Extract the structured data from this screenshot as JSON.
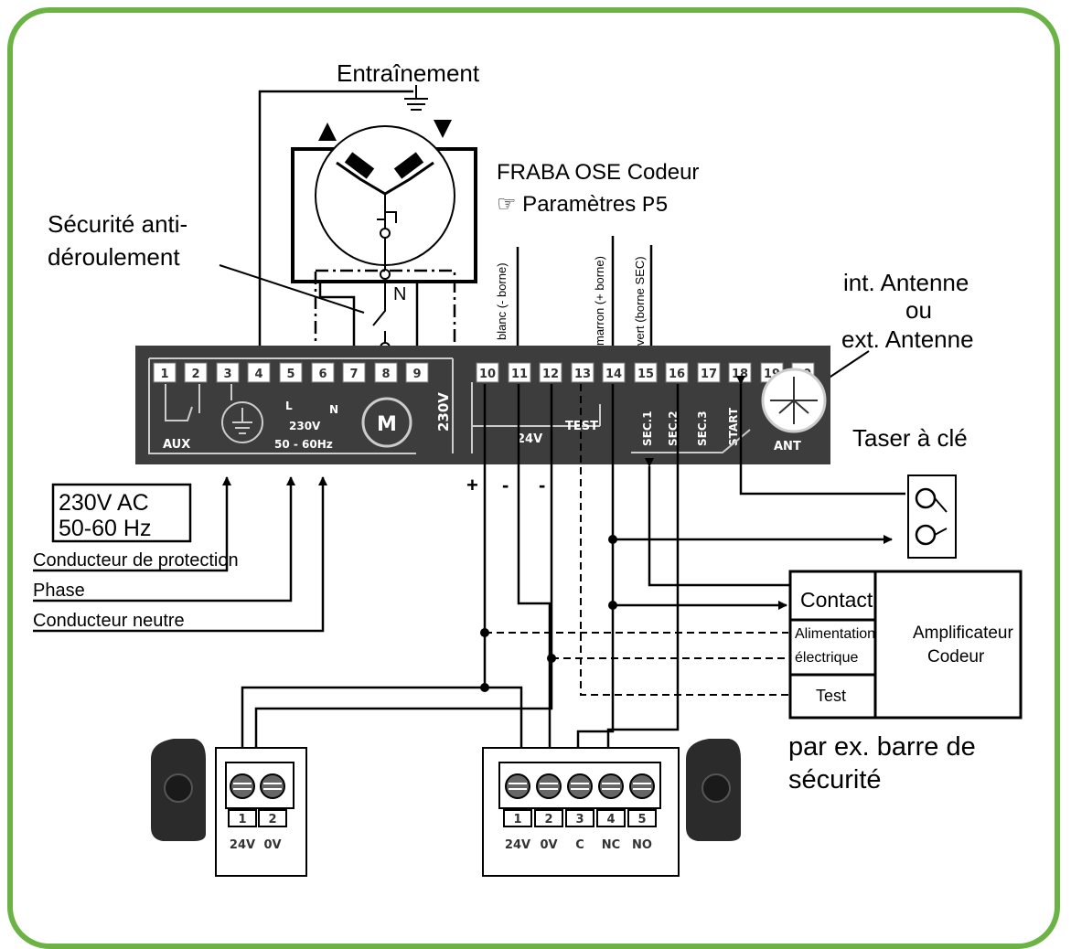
{
  "motor": {
    "title": "Entraînement",
    "neutral": "N"
  },
  "encoder": {
    "title": "FRABA OSE Codeur",
    "param_prefix": "☞ Paramètres ",
    "param_code": "P5"
  },
  "safety_label_1": "Sécurité anti-",
  "safety_label_2": "déroulement",
  "antenna": {
    "line1": "int. Antenne",
    "line2": "ou",
    "line3": "ext. Antenne"
  },
  "key_switch": "Taser à clé",
  "power": {
    "line1": "230V AC",
    "line2": "50-60 Hz"
  },
  "conductors": {
    "protection": "Conducteur de protection",
    "phase": "Phase",
    "neutral": "Conducteur neutre"
  },
  "wires": {
    "white": "blanc (- borne)",
    "brown": "marron (+ borne)",
    "green": "vert (borne SEC)"
  },
  "terminal_board": {
    "terminals": [
      "1",
      "2",
      "3",
      "4",
      "5",
      "6",
      "7",
      "8",
      "9",
      "10",
      "11",
      "12",
      "13",
      "14",
      "15",
      "16",
      "17",
      "18",
      "19",
      "20"
    ],
    "labels": {
      "aux": "AUX",
      "l": "L",
      "n": "N",
      "v230": "230V",
      "hz": "50 - 60Hz",
      "m": "M",
      "v230_side": "230V",
      "v24": "24V",
      "test": "TEST",
      "sec1": "SEC.1",
      "sec2": "SEC.2",
      "sec3": "SEC.3",
      "start": "START",
      "ant": "ANT"
    }
  },
  "polarity": {
    "plus": "+",
    "minus1": "-",
    "minus2": "-"
  },
  "amplifier": {
    "contact": "Contact",
    "supply_1": "Alimentation",
    "supply_2": "électrique",
    "test": "Test",
    "title_1": "Amplificateur",
    "title_2": "Codeur"
  },
  "safety_edge": {
    "line1": "par ex. barre de",
    "line2": "sécurité"
  },
  "block_left": {
    "nums": [
      "1",
      "2"
    ],
    "labels": [
      "24V",
      "0V"
    ]
  },
  "block_right": {
    "nums": [
      "1",
      "2",
      "3",
      "4",
      "5"
    ],
    "labels": [
      "24V",
      "0V",
      "C",
      "NC",
      "NO"
    ]
  },
  "colors": {
    "frame": "#6ab344",
    "board": "#3d3d3d"
  }
}
